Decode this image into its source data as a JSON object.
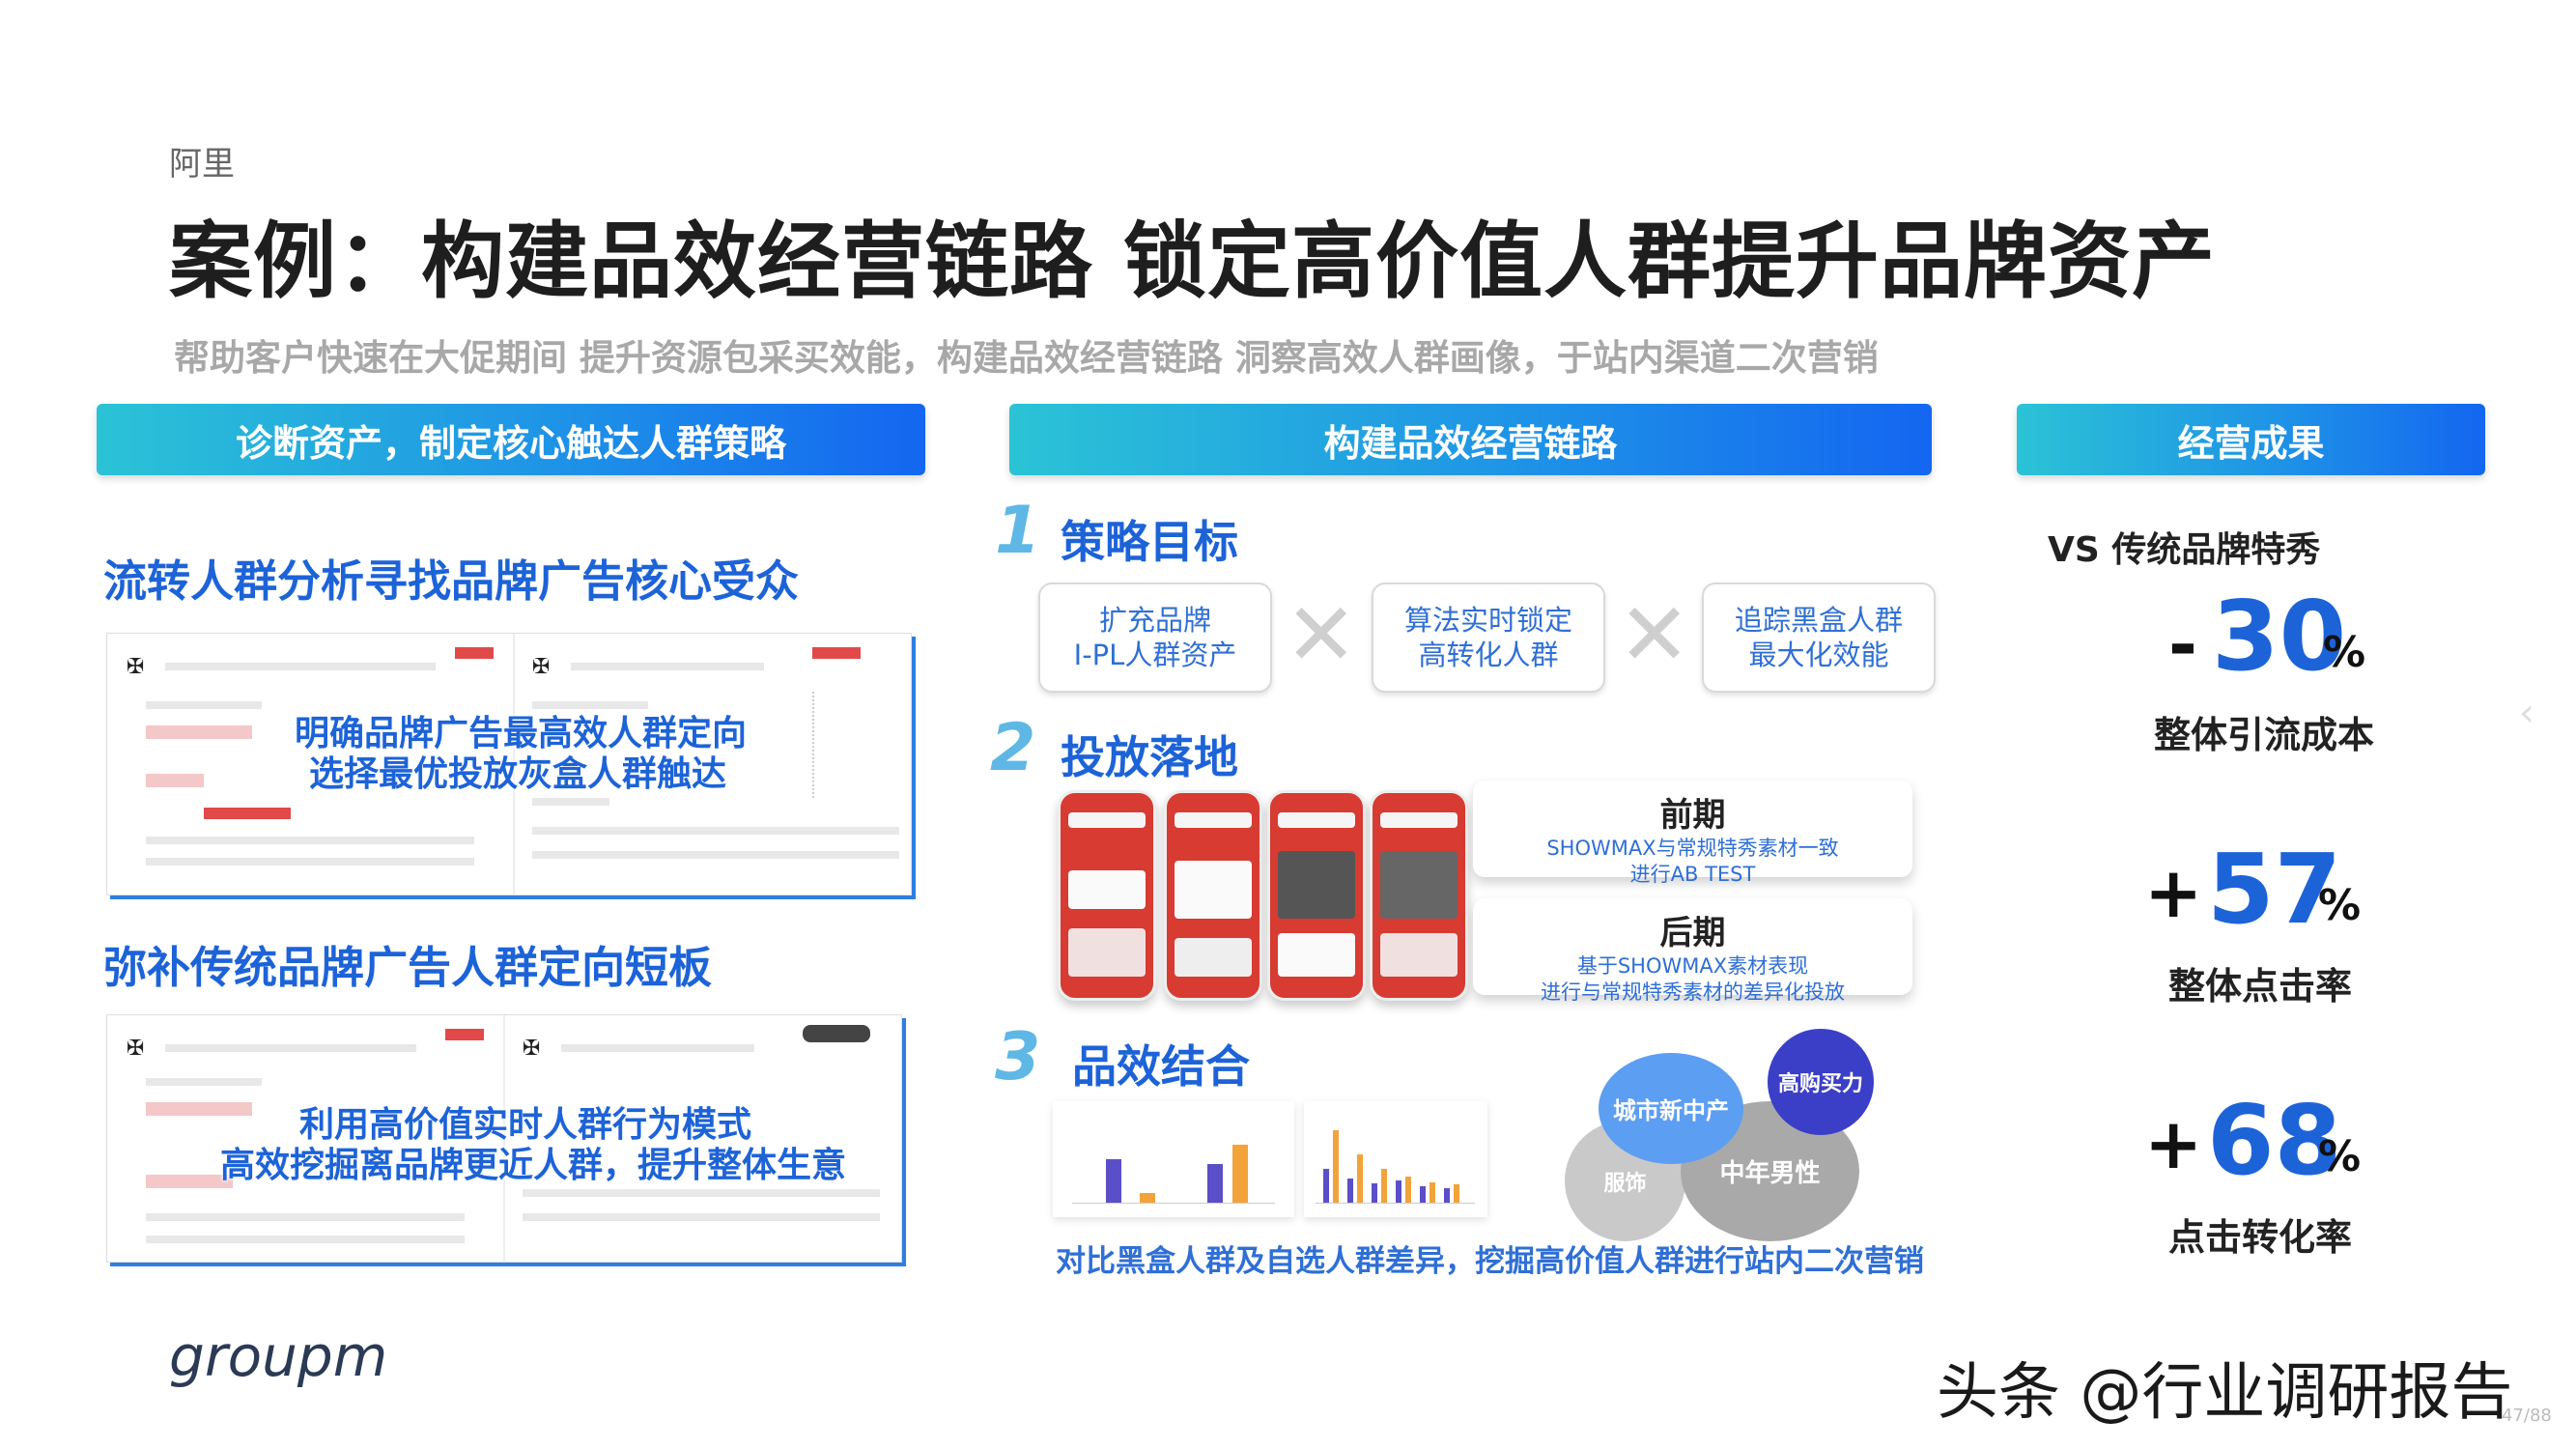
{
  "brand": "阿里",
  "title": "案例：构建品效经营链路 锁定高价值人群提升品牌资产",
  "subtitle": "帮助客户快速在大促期间 提升资源包采买效能，构建品效经营链路 洞察高效人群画像，于站内渠道二次营销",
  "left": {
    "header": "诊断资产，制定核心触达人群策略",
    "section1": {
      "heading": "流转人群分析寻找品牌广告核心受众",
      "overlay_line1": "明确品牌广告最高效人群定向",
      "overlay_line2": "选择最优投放灰盒人群触达"
    },
    "section2": {
      "heading": "弥补传统品牌广告人群定向短板",
      "overlay_line1": "利用高价值实时人群行为模式",
      "overlay_line2": "高效挖掘离品牌更近人群，提升整体生意"
    }
  },
  "middle": {
    "header": "构建品效经营链路",
    "step1": {
      "num": "1",
      "label": "策略目标",
      "goals": [
        {
          "line1": "扩充品牌",
          "line2": "I-PL人群资产"
        },
        {
          "line1": "算法实时锁定",
          "line2": "高转化人群"
        },
        {
          "line1": "追踪黑盒人群",
          "line2": "最大化效能"
        }
      ],
      "cross": "✕"
    },
    "step2": {
      "num": "2",
      "label": "投放落地",
      "early": {
        "title": "前期",
        "line1": "SHOWMAX与常规特秀素材一致",
        "line2": "进行AB TEST"
      },
      "late": {
        "title": "后期",
        "line1": "基于SHOWMAX素材表现",
        "line2": "进行与常规特秀素材的差异化投放"
      }
    },
    "step3": {
      "num": "3",
      "label": "品效结合",
      "bubbles": [
        "城市新中产",
        "高购买力",
        "中年男性",
        "服饰"
      ],
      "note": "对比黑盒人群及自选人群差异，挖掘高价值人群进行站内二次营销"
    }
  },
  "right": {
    "header": "经营成果",
    "vs": "VS 传统品牌特秀",
    "metrics": [
      {
        "sign": "-",
        "value": "30",
        "unit": "%",
        "label": "整体引流成本"
      },
      {
        "sign": "+",
        "value": "57",
        "unit": "%",
        "label": "整体点击率"
      },
      {
        "sign": "+",
        "value": "68",
        "unit": "%",
        "label": "点击转化率"
      }
    ]
  },
  "footer": {
    "logo": "groupm",
    "watermark": "头条 @行业调研报告",
    "page": "47/88"
  },
  "colors": {
    "accent_blue": "#1d63d8",
    "bar_start": "#2bc3d6",
    "bar_end": "#1466f0"
  }
}
